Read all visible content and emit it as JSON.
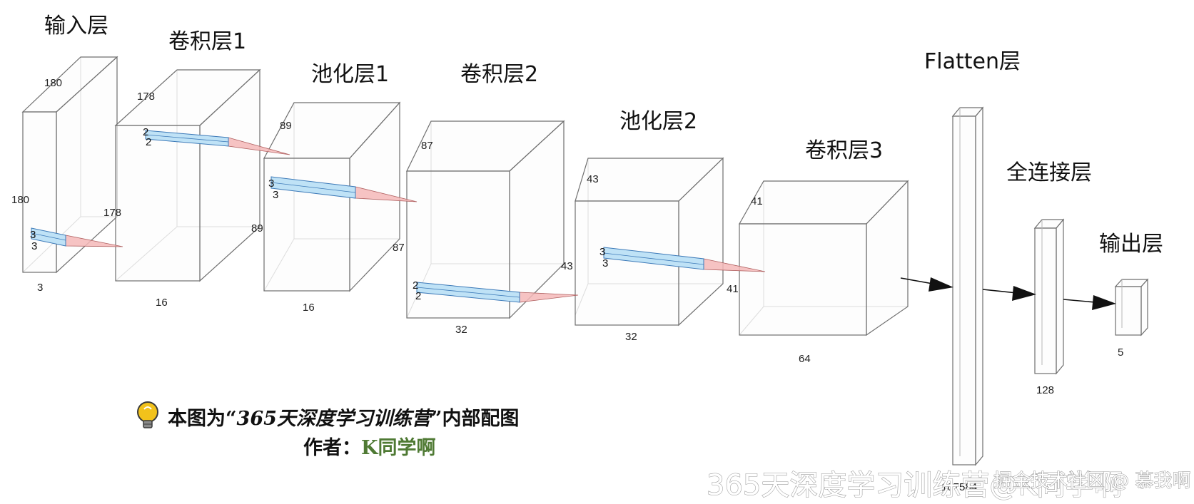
{
  "layers": {
    "input": {
      "title": "输入层",
      "depth_label": "180",
      "height_label": "180",
      "channels_label": "3"
    },
    "conv1": {
      "title": "卷积层1",
      "depth_label": "178",
      "height_label": "178",
      "channels_label": "16"
    },
    "pool1": {
      "title": "池化层1",
      "depth_label": "89",
      "height_label": "89",
      "channels_label": "16"
    },
    "conv2": {
      "title": "卷积层2",
      "depth_label": "87",
      "height_label": "87",
      "channels_label": "32"
    },
    "pool2": {
      "title": "池化层2",
      "depth_label": "43",
      "height_label": "43",
      "channels_label": "32"
    },
    "conv3": {
      "title": "卷积层3",
      "depth_label": "41",
      "height_label": "41",
      "channels_label": "64"
    },
    "flatten": {
      "title": "Flatten层",
      "units_label": "107584"
    },
    "dense": {
      "title": "全连接层",
      "units_label": "128"
    },
    "output": {
      "title": "输出层",
      "units_label": "5"
    }
  },
  "kernels": {
    "k1": {
      "a": "3",
      "b": "3"
    },
    "k2": {
      "a": "2",
      "b": "2"
    },
    "k3": {
      "a": "3",
      "b": "3"
    },
    "k4": {
      "a": "2",
      "b": "2"
    },
    "k5": {
      "a": "3",
      "b": "3"
    }
  },
  "note": {
    "prefix": "本图为",
    "quote_open": "“",
    "quote": "365天深度学习训练营",
    "quote_close": "”",
    "suffix": "内部配图",
    "author_label": "作者：",
    "author_name": "K同学啊",
    "icon": "lightbulb-icon"
  },
  "watermark": {
    "main": "365天深度学习训练营@K同学啊",
    "secondary": "掘金技术社区 @ 慕我啊"
  },
  "colors": {
    "kernel_fill": "#bfe2f6",
    "cone_fill": "#f4b8b8",
    "author_green": "#4f7a34",
    "bulb_yellow": "#f2c21b"
  }
}
